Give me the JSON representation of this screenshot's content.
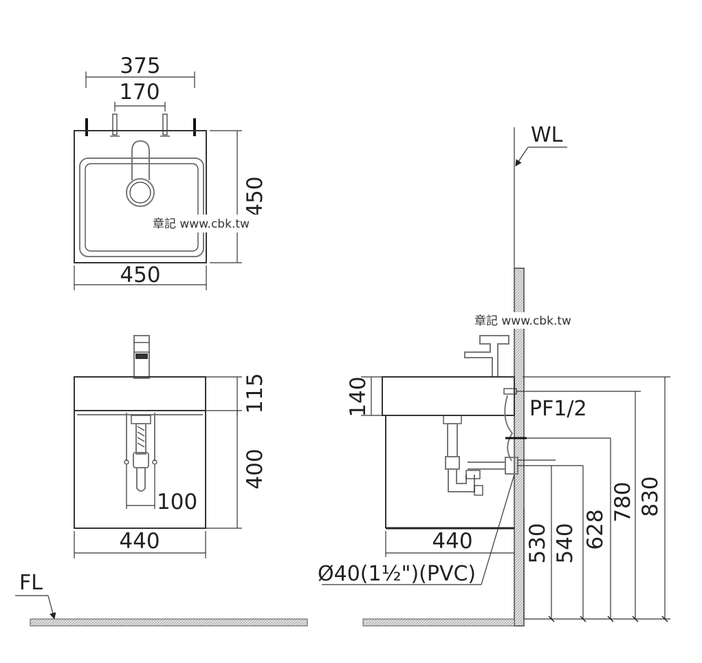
{
  "colors": {
    "line": "#333333",
    "ground": "#d9d9d9",
    "background": "#ffffff"
  },
  "watermark": "章記 www.cbk.tw",
  "labels": {
    "wall_line": "WL",
    "floor_line": "FL",
    "water_inlet": "PF1/2",
    "drain_pipe": "Ø40(1½\")(PVC)"
  },
  "top_view": {
    "outer_tap_spacing": "375",
    "inner_tap_spacing": "170",
    "depth": "450",
    "width": "450"
  },
  "front_view": {
    "basin_height": "115",
    "cabinet_height": "400",
    "pipe_spacing": "100",
    "width": "440"
  },
  "side_view": {
    "basin_height": "140",
    "depth": "440",
    "heights": [
      "530",
      "540",
      "628",
      "780",
      "830"
    ]
  }
}
